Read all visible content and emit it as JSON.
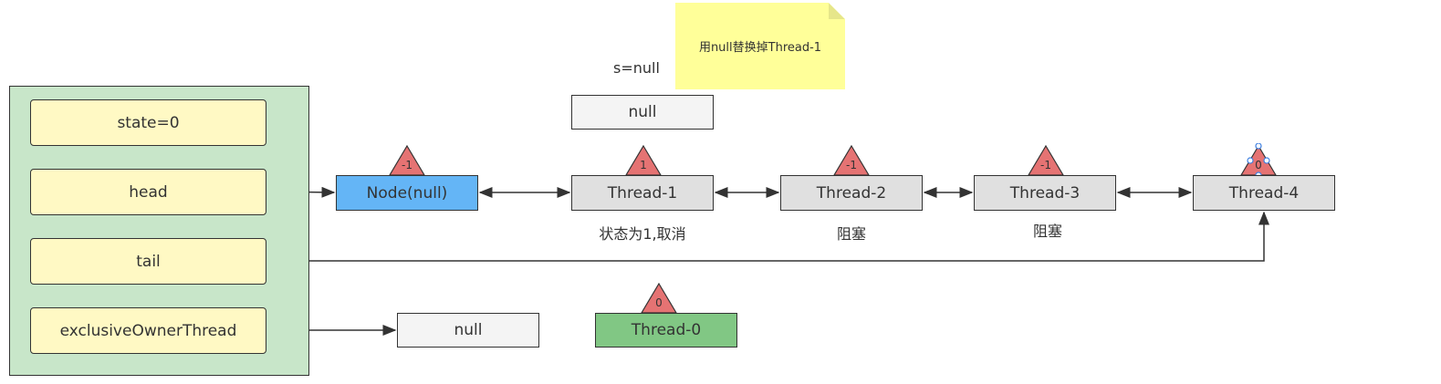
{
  "aqs": {
    "fields": [
      "state=0",
      "head",
      "tail",
      "exclusiveOwnerThread"
    ]
  },
  "queue": {
    "nodes": [
      {
        "label": "Node(null)",
        "waitStatus": "-1"
      },
      {
        "label": "Thread-1",
        "waitStatus": "1"
      },
      {
        "label": "Thread-2",
        "waitStatus": "-1"
      },
      {
        "label": "Thread-3",
        "waitStatus": "-1"
      },
      {
        "label": "Thread-4",
        "waitStatus": "0"
      }
    ],
    "captions": [
      "状态为1,取消",
      "阻塞",
      "阻塞"
    ]
  },
  "owner": {
    "label": "null"
  },
  "thread0": {
    "label": "Thread-0",
    "waitStatus": "0"
  },
  "cancel": {
    "s_label": "s=null",
    "null_box": "null",
    "note": "用null替换掉Thread-1"
  },
  "colors": {
    "aqs_bg": "#c8e6c9",
    "field_bg": "#fff9c4",
    "node_gray": "#e0e0e0",
    "node_blue": "#64b5f6",
    "node_green": "#81c784",
    "triangle": "#e57373",
    "note_bg": "#ffff99"
  }
}
